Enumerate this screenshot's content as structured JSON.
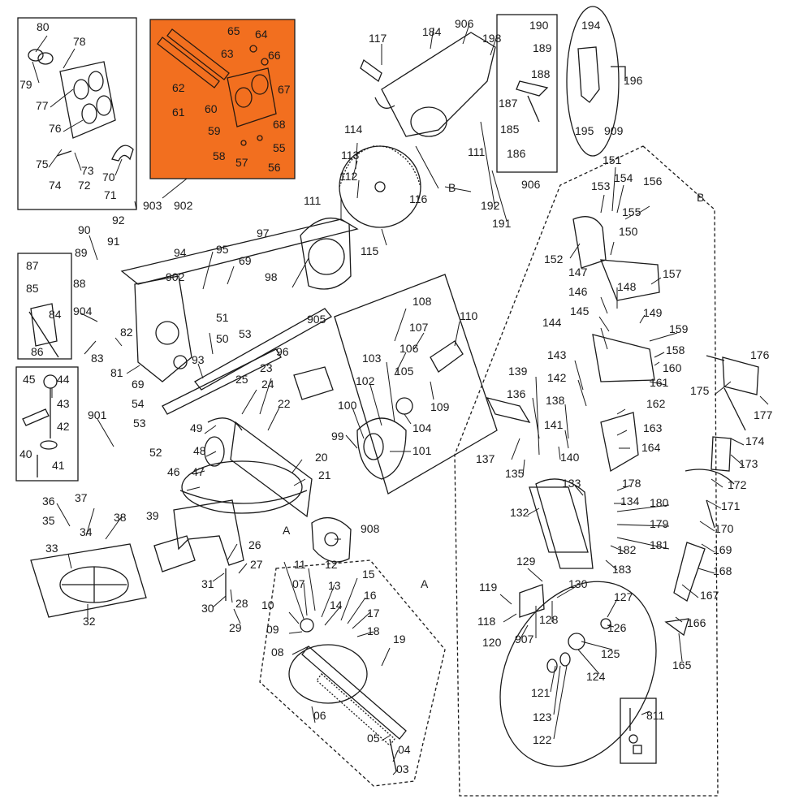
{
  "diagram": {
    "highlight_color": "#f26f1f",
    "line_color": "#1a1a1a",
    "callouts": {
      "p80": "80",
      "p78": "78",
      "p79": "79",
      "p77": "77",
      "p76": "76",
      "p75": "75",
      "p73": "73",
      "p74": "74",
      "p72": "72",
      "p70": "70",
      "p71": "71",
      "p903": "903",
      "p65": "65",
      "p64": "64",
      "p63": "63",
      "p66": "66",
      "p62": "62",
      "p67": "67",
      "p61": "61",
      "p60": "60",
      "p59": "59",
      "p68": "68",
      "p58": "58",
      "p57": "57",
      "p55": "55",
      "p56": "56",
      "p902a": "902",
      "p117": "117",
      "p184": "184",
      "p906a": "906",
      "p193": "193",
      "p190": "190",
      "p189": "189",
      "p188": "188",
      "p187": "187",
      "p185": "185",
      "p186": "186",
      "p906b": "906",
      "p111a": "111",
      "p192": "192",
      "p191": "191",
      "p194": "194",
      "p196": "196",
      "p195": "195",
      "p909": "909",
      "p114": "114",
      "p113": "113",
      "p112": "112",
      "p111b": "111",
      "p116": "116",
      "pB1": "B",
      "p115": "115",
      "pB2": "B",
      "p92": "92",
      "p90": "90",
      "p91": "91",
      "p97": "97",
      "p94": "94",
      "p95": "95",
      "p69a": "69",
      "p98": "98",
      "p902b": "902",
      "p89": "89",
      "p88": "88",
      "p87": "87",
      "p85": "85",
      "p84": "84",
      "p86": "86",
      "p904": "904",
      "p82": "82",
      "p83": "83",
      "p81": "81",
      "p93": "93",
      "p51": "51",
      "p50": "50",
      "p53a": "53",
      "p96": "96",
      "p69b": "69",
      "p54": "54",
      "p53b": "53",
      "p905": "905",
      "p108": "108",
      "p107": "107",
      "p110": "110",
      "p106": "106",
      "p103": "103",
      "p105": "105",
      "p102": "102",
      "p109": "109",
      "p100": "100",
      "p104": "104",
      "p99": "99",
      "p101": "101",
      "p45": "45",
      "p44": "44",
      "p43": "43",
      "p42": "42",
      "p40": "40",
      "p41": "41",
      "p901": "901",
      "p25": "25",
      "p23": "23",
      "p24": "24",
      "p22": "22",
      "p49": "49",
      "p48": "48",
      "p52": "52",
      "p20": "20",
      "p21": "21",
      "p46": "46",
      "p47": "47",
      "pA1": "A",
      "p908": "908",
      "p36": "36",
      "p37": "37",
      "p35": "35",
      "p34": "34",
      "p38": "38",
      "p33": "33",
      "p32": "32",
      "p39": "39",
      "p26": "26",
      "p27": "27",
      "p31": "31",
      "p30": "30",
      "p28": "28",
      "p29": "29",
      "p11": "11",
      "p12": "12",
      "p07": "07",
      "p13": "13",
      "p15": "15",
      "pA2": "A",
      "p14": "14",
      "p16": "16",
      "p10": "10",
      "p17": "17",
      "p09": "09",
      "p18": "18",
      "p08": "08",
      "p19": "19",
      "p06": "06",
      "p05": "05",
      "p04": "04",
      "p03": "03",
      "p153": "153",
      "p151": "151",
      "p154": "154",
      "p156": "156",
      "p155": "155",
      "p150": "150",
      "p152": "152",
      "p147": "147",
      "p157": "157",
      "p146": "146",
      "p148": "148",
      "p145": "145",
      "p149": "149",
      "p144": "144",
      "p159": "159",
      "p158": "158",
      "p143": "143",
      "p160": "160",
      "p176": "176",
      "p139": "139",
      "p142": "142",
      "p161": "161",
      "p136": "136",
      "p138": "138",
      "p175": "175",
      "p162": "162",
      "p177": "177",
      "p141": "141",
      "p163": "163",
      "p164": "164",
      "p174": "174",
      "p137": "137",
      "p140": "140",
      "p173": "173",
      "p135": "135",
      "p178": "178",
      "p133": "133",
      "p134": "134",
      "p180": "180",
      "p172": "172",
      "p132": "132",
      "p179": "179",
      "p171": "171",
      "p181": "181",
      "p170": "170",
      "p182": "182",
      "p169": "169",
      "p183": "183",
      "p168": "168",
      "p129": "129",
      "p130": "130",
      "p119": "119",
      "p127": "127",
      "p167": "167",
      "p118": "118",
      "p128": "128",
      "p126": "126",
      "p166": "166",
      "p120": "120",
      "p907": "907",
      "p125": "125",
      "p165": "165",
      "p124": "124",
      "p121": "121",
      "p123": "123",
      "p811": "811",
      "p122": "122"
    }
  }
}
